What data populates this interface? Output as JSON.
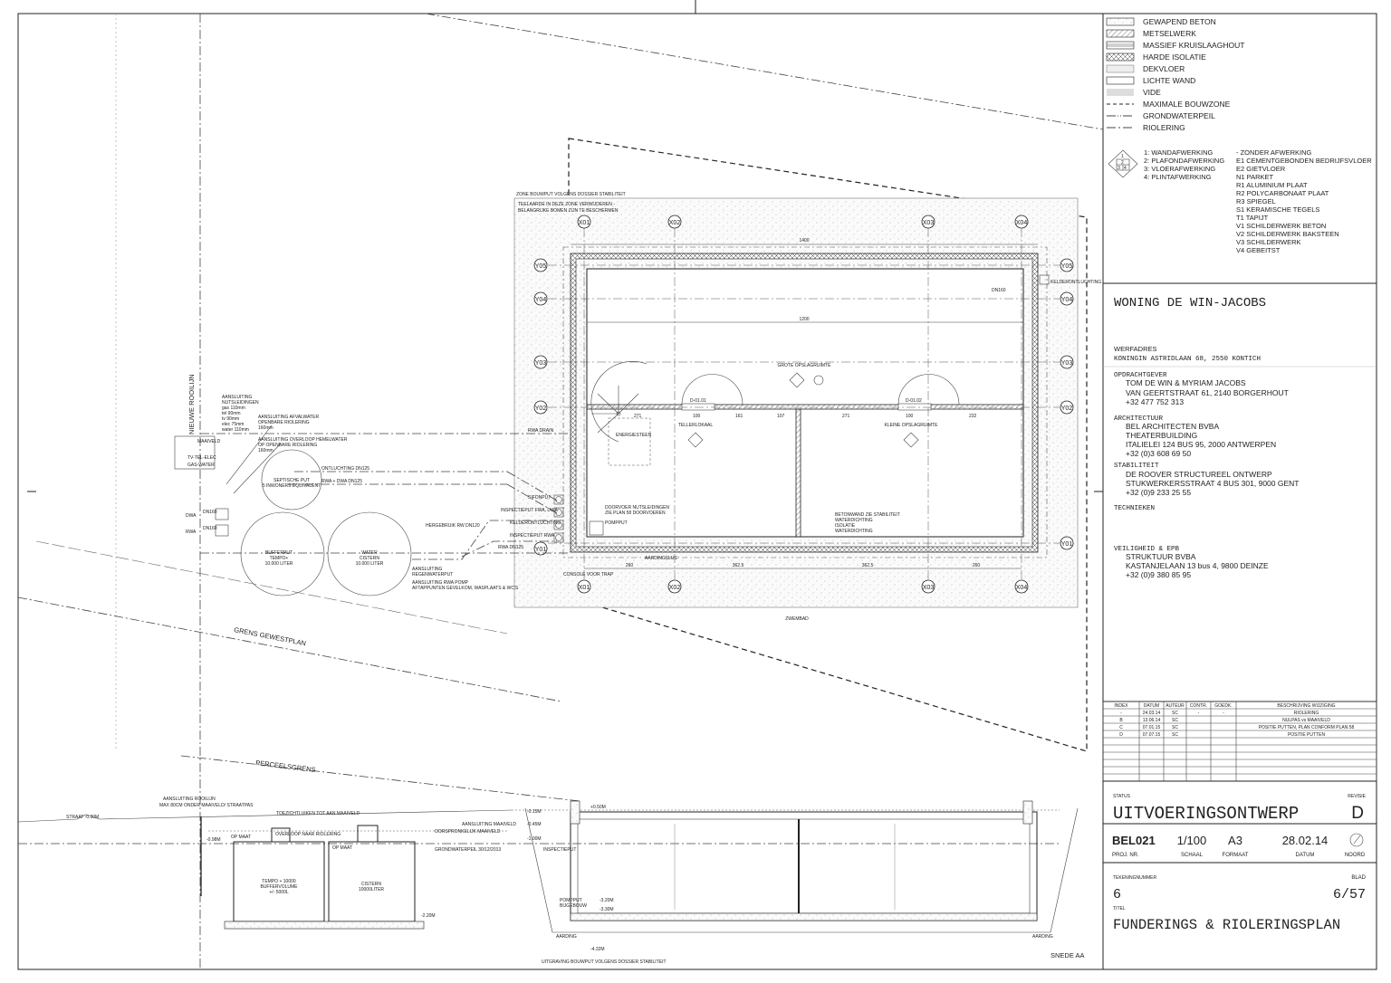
{
  "legend": {
    "materials": [
      "GEWAPEND BETON",
      "METSELWERK",
      "MASSIEF KRUISLAAGHOUT",
      "HARDE ISOLATIE",
      "DEKVLOER",
      "LICHTE WAND",
      "VIDE",
      "MAXIMALE BOUWZONE",
      "GRONDWATERPEIL",
      "RIOLERING"
    ],
    "finish_positions": [
      "1: WANDAFWERKING",
      "2: PLAFONDAFWERKING",
      "3: VLOERAFWERKING",
      "4: PLINTAFWERKING"
    ],
    "finish_codes": [
      "-   ZONDER AFWERKING",
      "E1 CEMENTGEBONDEN BEDRIJFSVLOER",
      "E2 GIETVLOER",
      "N1 PARKET",
      "R1 ALUMINIUM PLAAT",
      "R2 POLYCARBONAAT PLAAT",
      "R3 SPIEGEL",
      "S1 KERAMISCHE TEGELS",
      "T1 TAPIJT",
      "V1 SCHILDERWERK BETON",
      "V2 SCHILDERWERK BAKSTEEN",
      "V3 SCHILDERWERK",
      "V4 GEBEITST"
    ],
    "diamond": [
      "1",
      "2",
      "3",
      "4"
    ]
  },
  "project": {
    "name": "WONING DE WIN-JACOBS",
    "werfadres_label": "WERFADRES",
    "werfadres": "KONINGIN ASTRIDLAAN 68, 2550 KONTICH",
    "opdrachtgever_label": "OPDRACHTGEVER",
    "opdrachtgever": [
      "TOM DE WIN & MYRIAM JACOBS",
      "VAN GEERTSTRAAT 61, 2140 BORGERHOUT",
      "+32 477 752 313"
    ],
    "architectuur_label": "ARCHITECTUUR",
    "architectuur": [
      "BEL ARCHITECTEN BVBA",
      "THEATERBUILDING",
      "ITALIELEI 124 BUS 95, 2000 ANTWERPEN",
      "+32 (0)3 608 69 50"
    ],
    "stabiliteit_label": "STABILITEIT",
    "stabiliteit": [
      "DE ROOVER STRUCTUREEL ONTWERP",
      "STUKWERKERSSTRAAT 4 BUS 301, 9000 GENT",
      "+32 (0)9 233 25 55"
    ],
    "technieken_label": "TECHNIEKEN",
    "veiligheid_label": "VEILIGHEID & EPB",
    "veiligheid": [
      "STRUKTUUR BVBA",
      "KASTANJELAAN 13 bus 4, 9800 DEINZE",
      "+32 (0)9 380 85 95"
    ]
  },
  "revisions": {
    "headers": [
      "INDEX",
      "DATUM",
      "AUTEUR",
      "CONTR.",
      "GOEDK.",
      "BESCHRIJVING WIJZIGING"
    ],
    "rows": [
      [
        "-",
        "24.03.14",
        "SC",
        "-",
        "-",
        "RIOLERING"
      ],
      [
        "B",
        "13.06.14",
        "SC",
        "",
        "",
        "NULPAS vs MAAIVELD"
      ],
      [
        "C",
        "07.01.15",
        "SC",
        "",
        "",
        "POSITIE PUTTEN, PLAN CONFORM PLAN 58"
      ],
      [
        "D",
        "07.07.15",
        "SC",
        "",
        "",
        "POSITIE PUTTEN"
      ]
    ]
  },
  "titleblock": {
    "status_label": "STATUS",
    "status": "UITVOERINGSONTWERP",
    "revisie_label": "REVISIE",
    "revisie": "D",
    "proj_nr": "BEL021",
    "proj_nr_label": "PROJ. NR.",
    "schaal": "1/100",
    "schaal_label": "SCHAAL",
    "formaat": "A3",
    "formaat_label": "FORMAAT",
    "datum": "28.02.14",
    "datum_label": "DATUM",
    "noord_label": "NOORD",
    "tekeningnummer_label": "TEKENINGNUMMER",
    "tekeningnummer": "6",
    "blad_label": "BLAD",
    "blad": "6/57",
    "titel_label": "TITEL",
    "titel": "FUNDERINGS & RIOLERINGSPLAN"
  },
  "plan": {
    "grid_x": [
      "X01",
      "X02",
      "X03",
      "X04"
    ],
    "grid_y": [
      "Y05",
      "Y04",
      "Y03",
      "Y02",
      "Y01"
    ],
    "zone_note": "ZONE BOUWPUT VOLGENS DOSSIER STABILITEIT",
    "tree_note": [
      "TEELAARDE IN DEZE ZONE VERWIJDEREN -",
      "BELANGRIJKE BOMEN ZIJN TE BESCHERMEN"
    ],
    "rooms": {
      "large": "GROTE OPSLAGRUIMTE",
      "meter": "TELLERLOKAAL",
      "small": "KLEINE OPSLAGRUIMTE",
      "stairs_store": "ENERGIESTEEN"
    },
    "doors": [
      "D-01.01",
      "D-01.02"
    ],
    "dims": {
      "total": "1400",
      "inner": "1200",
      "bottom": [
        "260",
        "362.5",
        "362.5",
        "260"
      ],
      "mid": [
        "271",
        "100",
        "161",
        "107",
        "271",
        "100",
        "232"
      ]
    },
    "labels": {
      "rooilijn": "NIEUWE ROOILIJN",
      "gewestplan": "GRENS GEWESTPLAN",
      "perceelsgrens": "PERCEELSGRENS",
      "zwembad": "ZWEMBAD",
      "aardingslus": "AARDINGSLUS",
      "console": "CONSOLE VOOR TRAP",
      "pompput": "POMPPUT",
      "doorvoer": [
        "DOORVOER NUTSLEIDINGEN",
        "ZIE PLAN 58 DOORVOEREN"
      ],
      "betonwand": [
        "BETONWAND ZIE STABILITEIT",
        "WATERDICHTING",
        "ISOLATIE",
        "WATERDICHTING"
      ],
      "kelderontluchting_r": "KELDERONTLUCHTING",
      "dn160": "DN160",
      "rwa_drain": "RWA DRAIN",
      "sifonput": "SIFONPUT",
      "insp_dwa": "INSPECTIEPUT FWA, DWA",
      "kelderontluchting": "KELDERONTLUCHTING",
      "insp_rwa": "INSPECTIEPUT RWA",
      "hergebruik": "HERGEBRUIK RW DN120",
      "rwa_dn125": "RWA DN125",
      "ontluchting": "ONTLUCHTING DN125",
      "rwa_dwa": "RWA + DWA DN125",
      "septic": [
        "SEPTISCHE PUT",
        "5 INWONERS EQUIVALENT"
      ],
      "tempo": [
        "BUFFERPUT",
        "TEMPO+",
        "10.000 LITER"
      ],
      "regenput": [
        "WATER",
        "CISTERN",
        "10.000 LITER"
      ],
      "aansl_regen": [
        "AANSLUITING",
        "REGENWATERPUT"
      ],
      "aansl_pomp": [
        "AANSLUITING RWA POMP",
        "AFTAPPUNTEN GEVELKOM, WASPLAATS & WC'S"
      ],
      "nuts": [
        "AANSLUITING",
        "NUTSLEIDINGEN",
        "gas 110mm",
        "tel 90mm",
        "tv 90mm",
        "elec 75mm",
        "water 110mm"
      ],
      "afvalwater": [
        "AANSLUITING AFVALWATER",
        "OPENBARE RIOLERING",
        "160mm"
      ],
      "overloop": [
        "AANSLUITING OVERLOOP HEMELWATER",
        "OP OPENBARE RIOLERING",
        "160mm"
      ],
      "dwa": "DWA",
      "rwa": "RWA",
      "dn160a": "DN160",
      "dn160b": "DN160",
      "maaiveld": "MAAIVELD",
      "tv": "TV-TEL-ELEC",
      "gas": "GAS-WATER"
    }
  },
  "section": {
    "title": "SNEDE AA",
    "straat": "STRAAT  -0.30M",
    "aansl_rooilijn": [
      "AANSLUITING ROOILIJN",
      "MAX 80CM ONDER MAAIVELD/ STRAATPAS"
    ],
    "toezicht": "TOEZICHTLUIKEN TOT AAN MAAIVELD",
    "overloop": "OVERLOOP NAAR RIOLERING",
    "op_maat": "OP MAAT",
    "tempo": [
      "TEMPO + 10000",
      "BUFFERVOLUME",
      "+/- 5000L"
    ],
    "cistern": [
      "CISTERN",
      "10000LITER"
    ],
    "aansl_maaiveld": "AANSLUITING MAAIVELD",
    "oorspr_maaiveld": "OORSPRONKELIJK MAAIVELD",
    "grondwater": "GRONDWATERPEIL 30/12/2013",
    "insp": "INSPECTIEPUT",
    "pompput": [
      "POMPPUT",
      "BIJGEBOUW"
    ],
    "aarding": "AARDING",
    "bouwput": "UITGRAVING BOUWPUT VOLGENS DOSSIER STABILITEIT",
    "levels": [
      "+0.50M",
      "-0.15M",
      "-0.45M",
      "-1.00M",
      "-3.20M",
      "-3.30M",
      "-4.32M",
      "-0.98M",
      "-2.20M"
    ]
  }
}
